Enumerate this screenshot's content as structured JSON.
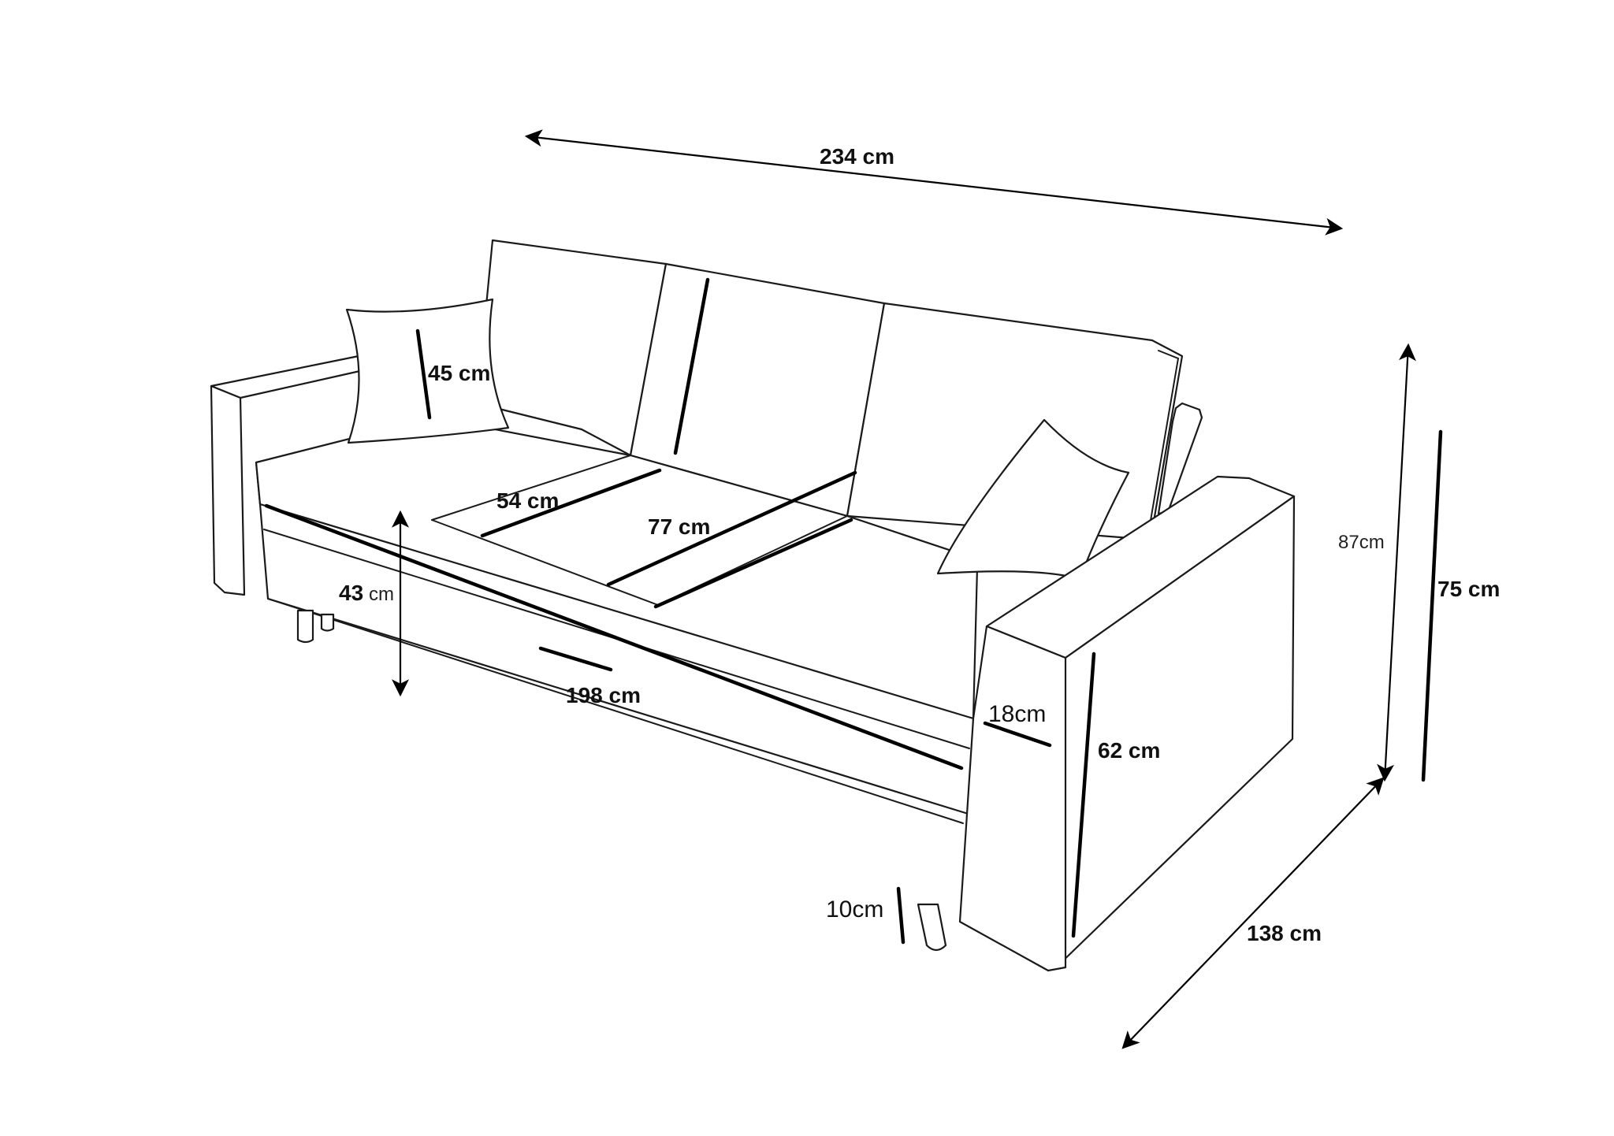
{
  "dimensions": {
    "total_width": "234 cm",
    "pillow": "45 cm",
    "seat_depth_left": "54 cm",
    "seat_depth_mid": "77 cm",
    "seat_height_value": "43",
    "seat_height_unit": "cm",
    "seat_width": "198 cm",
    "armrest_width": "18cm",
    "armrest_height": "62 cm",
    "leg_height": "10cm",
    "depth": "138 cm",
    "total_height": "87cm",
    "back_height": "75 cm"
  }
}
